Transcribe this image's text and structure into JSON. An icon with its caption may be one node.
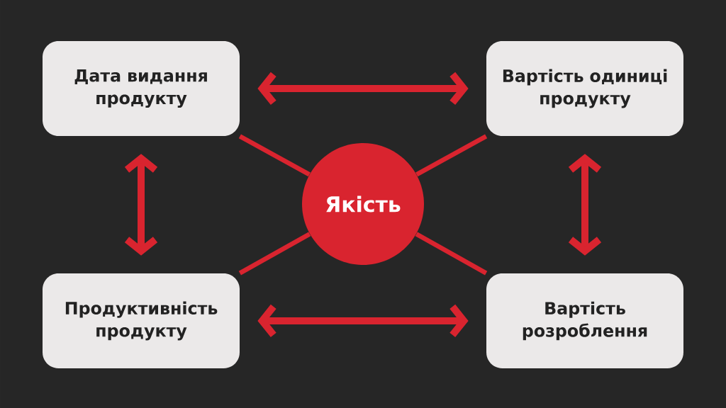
{
  "diagram": {
    "nodes": [
      {
        "text": [
          "Дата видання продукту"
        ]
      },
      {
        "text": [
          "Вартість одиниці продукту"
        ]
      },
      {
        "text": [
          "Якість"
        ]
      },
      {
        "text": [
          "Продуктивність продукту"
        ]
      },
      {
        "text": [
          "Вартість розроблення"
        ]
      }
    ],
    "edges": [
      {
        "from": 0,
        "to": 1,
        "arrow": "both"
      },
      {
        "from": 0,
        "to": 3,
        "arrow": "both"
      },
      {
        "from": 1,
        "to": 4,
        "arrow": "both"
      },
      {
        "from": 3,
        "to": 4,
        "arrow": "both"
      },
      {
        "from": 2,
        "to": 0,
        "arrow": "none"
      },
      {
        "from": 2,
        "to": 1,
        "arrow": "none"
      },
      {
        "from": 2,
        "to": 3,
        "arrow": "none"
      },
      {
        "from": 2,
        "to": 4,
        "arrow": "none"
      }
    ]
  }
}
